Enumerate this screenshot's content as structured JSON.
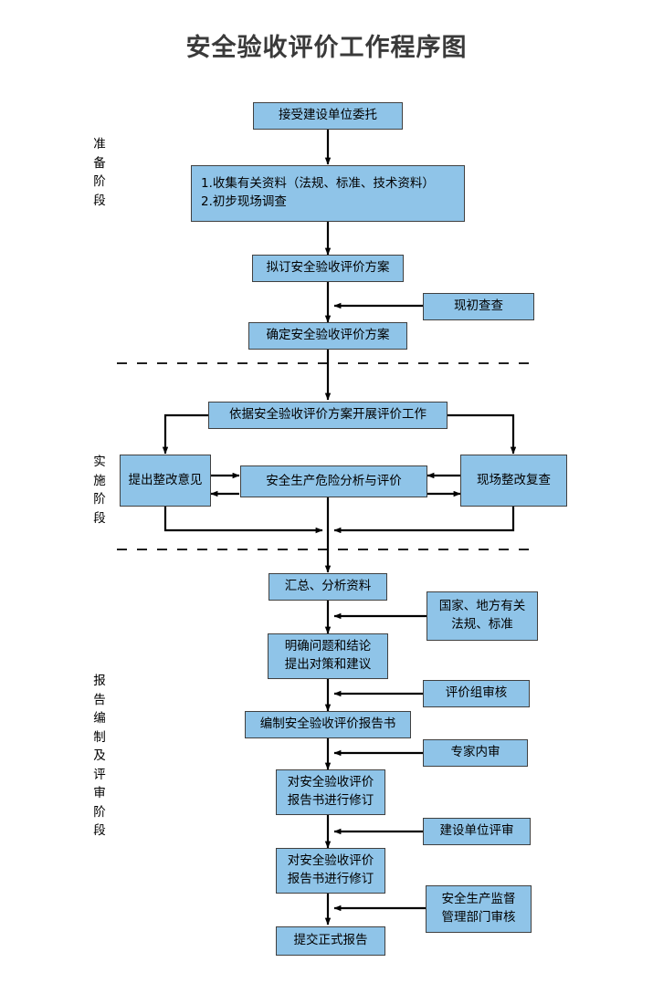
{
  "title": "安全验收评价工作程序图",
  "colors": {
    "node_fill": "#8FC4E8",
    "node_border": "#404040",
    "line": "#000000",
    "title_text": "#3a3a3a"
  },
  "stage_labels": [
    {
      "id": "stage-preparation",
      "text": "准\n备\n阶\n段"
    },
    {
      "id": "stage-implementation",
      "text": "实\n施\n阶\n段"
    },
    {
      "id": "stage-report",
      "text": "报\n告\n编\n制\n及\n评\n审\n阶\n段"
    }
  ],
  "nodes": {
    "accept_commission": "接受建设单位委托",
    "collect_data": "1.收集有关资料（法规、标准、技术资料）\n2.初步现场调查",
    "draft_plan": "拟订安全验收评价方案",
    "preliminary_survey": "现初查查",
    "confirm_plan": "确定安全验收评价方案",
    "carry_out_evaluation": "依据安全验收评价方案开展评价工作",
    "rectification_opinion": "提出整改意见",
    "hazard_analysis": "安全生产危险分析与评价",
    "site_recheck": "现场整改复查",
    "summarize_data": "汇总、分析资料",
    "national_local_regs": "国家、地方有关\n法规、标准",
    "clarify_conclusion": "明确问题和结论\n提出对策和建议",
    "review_group": "评价组审核",
    "compile_report": "编制安全验收评价报告书",
    "expert_review": "专家内审",
    "revise_report_1": "对安全验收评价\n报告书进行修订",
    "owner_review": "建设单位评审",
    "revise_report_2": "对安全验收评价\n报告书进行修订",
    "safety_bureau_review": "安全生产监督\n管理部门审核",
    "submit_final": "提交正式报告"
  },
  "separators": [
    {
      "id": "divider-preparation-implementation",
      "style": "dashed"
    },
    {
      "id": "divider-implementation-report",
      "style": "dashed"
    }
  ],
  "flow": {
    "type": "flowchart",
    "direction": "top-to-bottom",
    "edges": [
      {
        "from": "accept_commission",
        "to": "collect_data"
      },
      {
        "from": "collect_data",
        "to": "draft_plan"
      },
      {
        "from": "draft_plan",
        "to": "confirm_plan"
      },
      {
        "from": "preliminary_survey",
        "to": "draft_plan-confirm_plan-link"
      },
      {
        "from": "confirm_plan",
        "to": "carry_out_evaluation"
      },
      {
        "from": "carry_out_evaluation",
        "to": "rectification_opinion"
      },
      {
        "from": "carry_out_evaluation",
        "to": "site_recheck"
      },
      {
        "from": "rectification_opinion",
        "to": "hazard_analysis",
        "bidirectional": true
      },
      {
        "from": "site_recheck",
        "to": "hazard_analysis",
        "bidirectional": true
      },
      {
        "from": "rectification_opinion",
        "to": "summarize_data"
      },
      {
        "from": "site_recheck",
        "to": "summarize_data"
      },
      {
        "from": "summarize_data",
        "to": "clarify_conclusion"
      },
      {
        "from": "national_local_regs",
        "to": "summarize_data-clarify_conclusion-link"
      },
      {
        "from": "clarify_conclusion",
        "to": "compile_report"
      },
      {
        "from": "review_group",
        "to": "clarify_conclusion-compile_report-link"
      },
      {
        "from": "compile_report",
        "to": "revise_report_1"
      },
      {
        "from": "expert_review",
        "to": "compile_report-revise_report_1-link"
      },
      {
        "from": "revise_report_1",
        "to": "revise_report_2"
      },
      {
        "from": "owner_review",
        "to": "revise_report_1-revise_report_2-link"
      },
      {
        "from": "revise_report_2",
        "to": "submit_final"
      },
      {
        "from": "safety_bureau_review",
        "to": "revise_report_2-submit_final-link"
      }
    ]
  }
}
